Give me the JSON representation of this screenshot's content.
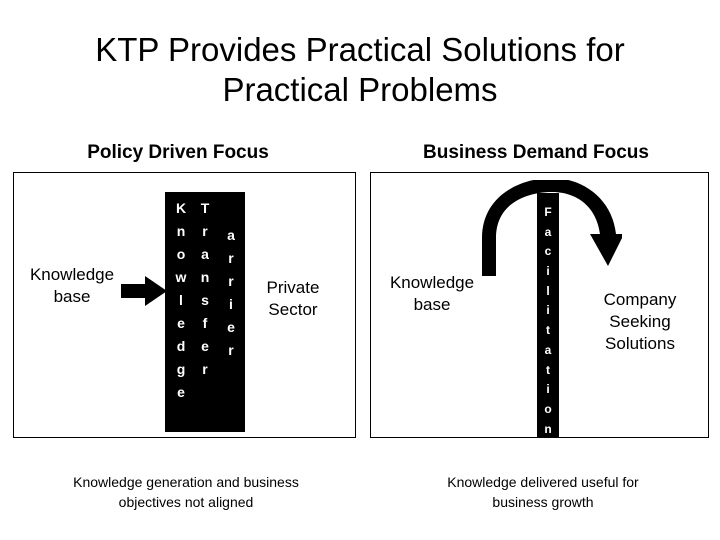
{
  "title": "KTP Provides Practical Solutions for\nPractical Problems",
  "left": {
    "heading": "Policy Driven Focus",
    "knowledge_base": "Knowledge\nbase",
    "barrier_word_1": "Knowledge",
    "barrier_word_2": "Transfer",
    "barrier_word_3": "arrier",
    "private_sector": "Private\nSector",
    "caption": "Knowledge generation and business\nobjectives not aligned",
    "arrow_icon": "right-arrow-icon"
  },
  "right": {
    "heading": "Business Demand Focus",
    "knowledge_base": "Knowledge\nbase",
    "facilitation_word": "Facilitation",
    "company": "Company\nSeeking\nSolutions",
    "caption": "Knowledge delivered useful for\nbusiness growth",
    "arrow_icon": "curved-arrow-icon"
  }
}
